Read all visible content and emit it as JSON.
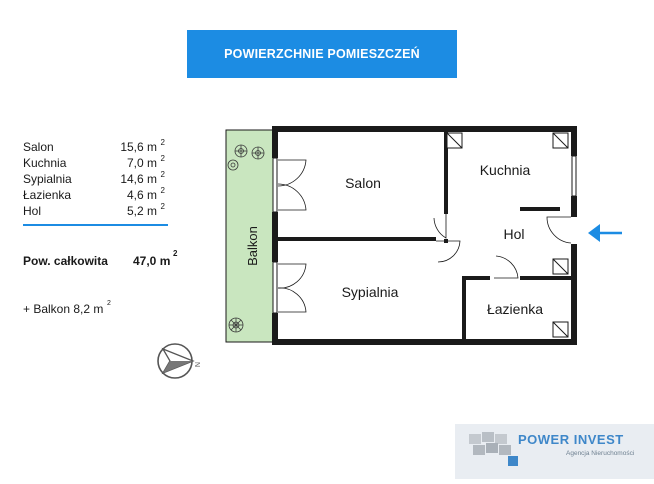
{
  "header": {
    "title": "POWIERZCHNIE POMIESZCZEŃ"
  },
  "areas": [
    {
      "name": "Salon",
      "value": "15,6 m",
      "sup": "2"
    },
    {
      "name": "Kuchnia",
      "value": "7,0 m",
      "sup": "2"
    },
    {
      "name": "Sypialnia",
      "value": "14,6 m",
      "sup": "2"
    },
    {
      "name": "Łazienka",
      "value": "4,6 m",
      "sup": "2"
    },
    {
      "name": "Hol",
      "value": "5,2 m",
      "sup": "2"
    }
  ],
  "total": {
    "label": "Pow. całkowita",
    "value": "47,0 m",
    "sup": "2"
  },
  "balcony_note": {
    "text": "+ Balkon 8,2 m",
    "sup": "2"
  },
  "plan": {
    "rooms": {
      "salon": "Salon",
      "kuchnia": "Kuchnia",
      "hol": "Hol",
      "sypialnia": "Sypialnia",
      "lazienka": "Łazienka",
      "balkon": "Balkon"
    },
    "compass_letter": "N",
    "entrance_arrow_color": "#1c8ce3",
    "wall_color": "#1a1a1a",
    "balcony_color": "#c9e6bf"
  },
  "logo": {
    "name": "POWER INVEST",
    "tagline": "Agencja Nieruchomości"
  },
  "colors": {
    "accent": "#1c8ce3"
  }
}
